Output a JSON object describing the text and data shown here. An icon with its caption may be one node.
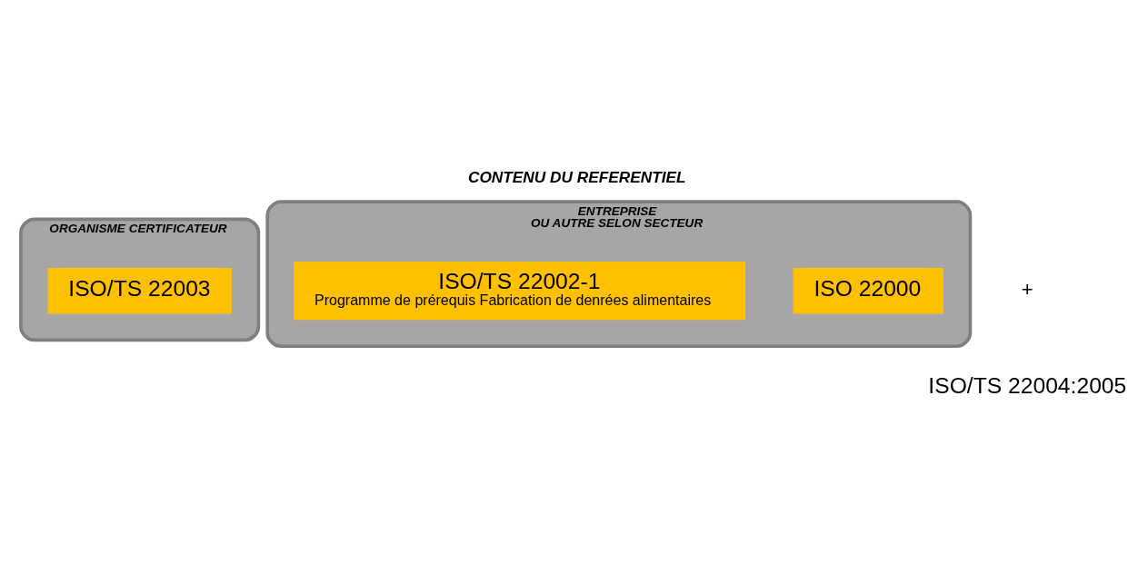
{
  "diagram": {
    "title": "CONTENU DU REFERENTIEL",
    "nodes": [
      {
        "text": [
          "ORGANISME CERTIFICATEUR"
        ]
      },
      {
        "text": [
          "ISO/TS 22003"
        ],
        "in": 0
      },
      {
        "text": [
          "ENTREPRISE",
          "OU AUTRE SELON SECTEUR"
        ]
      },
      {
        "text": [
          "ISO 22000"
        ],
        "in": 2
      },
      {
        "text": [
          "ISO/TS 22002-1",
          "Programme de prérequis Fabrication de denrées alimentaires"
        ],
        "in": 2
      }
    ],
    "labels": [
      "+",
      "ISO/TS 22004:2005"
    ]
  }
}
